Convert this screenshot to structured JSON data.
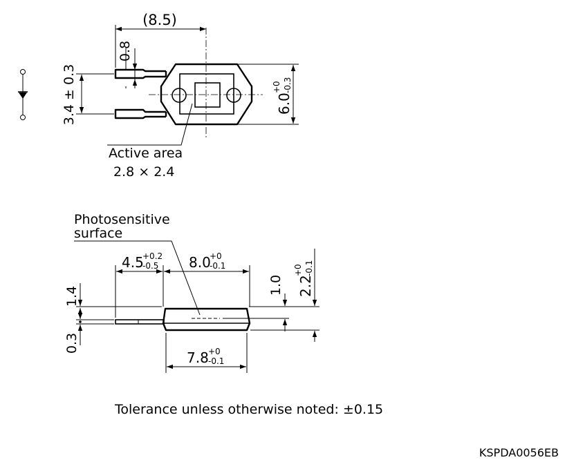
{
  "top_view": {
    "overall_width": "(8.5)",
    "lead_width": "0.8",
    "lead_pitch": "3.4 ± 0.3",
    "body_height": "6.0",
    "body_height_tol_upper": "+0",
    "body_height_tol_lower": "-0.3",
    "active_area_label": "Active area",
    "active_area_value": "2.8 × 2.4"
  },
  "side_view": {
    "photosensitive_label_line1": "Photosensitive",
    "photosensitive_label_line2": "surface",
    "lead_extension": "4.5",
    "lead_extension_tol_upper": "+0.2",
    "lead_extension_tol_lower": "-0.5",
    "top_width": "8.0",
    "top_width_tol_upper": "+0",
    "top_width_tol_lower": "-0.1",
    "bottom_width": "7.8",
    "bottom_width_tol_upper": "+0",
    "bottom_width_tol_lower": "-0.1",
    "lead_height": "1.4",
    "lead_thickness": "0.3",
    "surface_depth": "1.0",
    "total_height": "2.2",
    "total_height_tol_upper": "+0",
    "total_height_tol_lower": "-0.1"
  },
  "tolerance_note": "Tolerance unless otherwise noted: ±0.15",
  "drawing_code": "KSPDA0056EB"
}
